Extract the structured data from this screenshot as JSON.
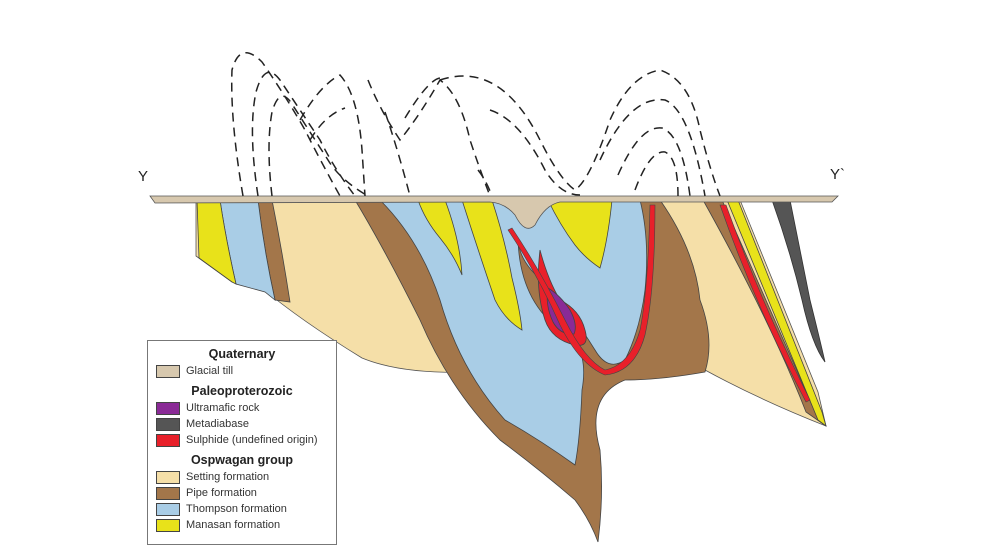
{
  "section": {
    "end_left": "Y",
    "end_right": "Y`"
  },
  "colors": {
    "glacial_till": "#d7c8ae",
    "ultramafic": "#8a2a96",
    "metadiabase": "#555555",
    "sulphide": "#e8202a",
    "setting": "#f5dfa8",
    "pipe": "#a3764a",
    "thompson": "#a9cde6",
    "manasan": "#e8e21a"
  },
  "legend": {
    "groups": [
      {
        "title": "Quaternary",
        "items": [
          {
            "label": "Glacial till",
            "color": "#d7c8ae"
          }
        ]
      },
      {
        "title": "Paleoproterozoic",
        "items": [
          {
            "label": "Ultramafic rock",
            "color": "#8a2a96"
          },
          {
            "label": "Metadiabase",
            "color": "#555555"
          },
          {
            "label": "Sulphide (undefined origin)",
            "color": "#e8202a"
          }
        ]
      },
      {
        "title": "Ospwagan group",
        "items": [
          {
            "label": "Setting formation",
            "color": "#f5dfa8"
          },
          {
            "label": "Pipe formation",
            "color": "#a3764a"
          },
          {
            "label": "Thompson formation",
            "color": "#a9cde6"
          },
          {
            "label": "Manasan formation",
            "color": "#e8e21a"
          }
        ]
      }
    ]
  }
}
